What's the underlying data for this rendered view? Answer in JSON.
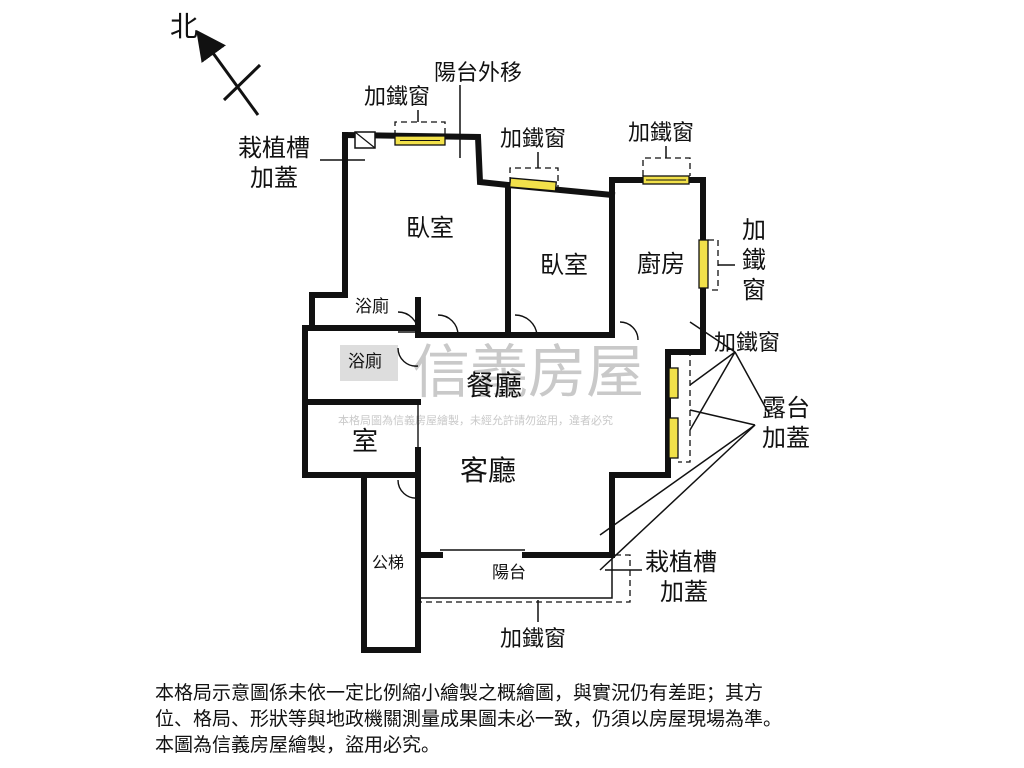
{
  "compass": {
    "north": "北"
  },
  "rooms": {
    "bedroom_a": "臥室",
    "bedroom_b": "臥室",
    "kitchen": "廚房",
    "bath_a": "浴廁",
    "bath_b": "浴廁",
    "room": "室",
    "dining": "餐廳",
    "living": "客廳",
    "stair": "公梯",
    "balcony": "陽台"
  },
  "annotations": {
    "balcony_moved_out": "陽台外移",
    "iron_window": "加鐵窗",
    "iron_window_vertical": [
      "加",
      "鐵",
      "窗"
    ],
    "planter_cover": [
      "栽植槽",
      "加蓋"
    ],
    "terrace_cover": [
      "露台",
      "加蓋"
    ]
  },
  "watermark": {
    "brand": "信義房屋",
    "notice": "本格局圖為信義房屋繪製，未經允許請勿盜用，違者必究"
  },
  "disclaimer": [
    "本格局示意圖係未依一定比例縮小繪製之概繪圖，與實況仍有差距；其方",
    "位、格局、形狀等與地政機關測量成果圖未必一致，仍須以房屋現場為準。",
    "本圖為信義房屋繪製，盜用必究。"
  ]
}
